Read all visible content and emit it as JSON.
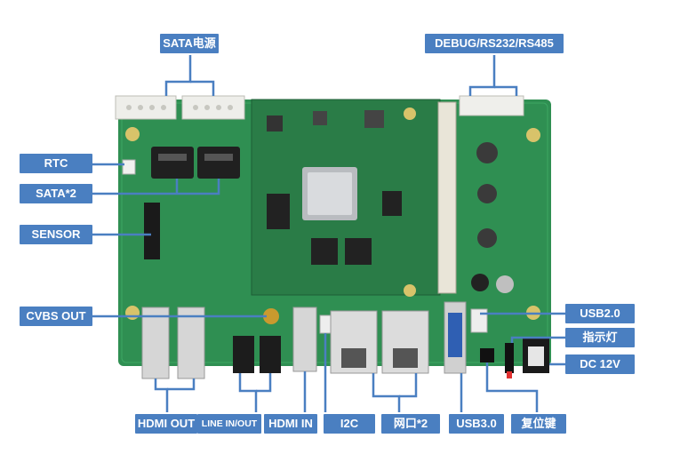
{
  "labels": {
    "sata_power": "SATA电源",
    "debug": "DEBUG/RS232/RS485",
    "rtc": "RTC",
    "sata2": "SATA*2",
    "sensor": "SENSOR",
    "cvbs_out": "CVBS OUT",
    "usb20": "USB2.0",
    "indicator": "指示灯",
    "dc12v": "DC 12V",
    "hdmi_out": "HDMI OUT",
    "line_inout": "LINE IN/OUT",
    "hdmi_in": "HDMI IN",
    "i2c": "I2C",
    "ethernet": "网口*2",
    "usb30": "USB3.0",
    "reset": "复位键"
  },
  "colors": {
    "label_bg": "#4a7fc1",
    "line": "#4a7fc1",
    "pcb": "#2e8a4e",
    "pcb_dark": "#1f6b3a"
  }
}
